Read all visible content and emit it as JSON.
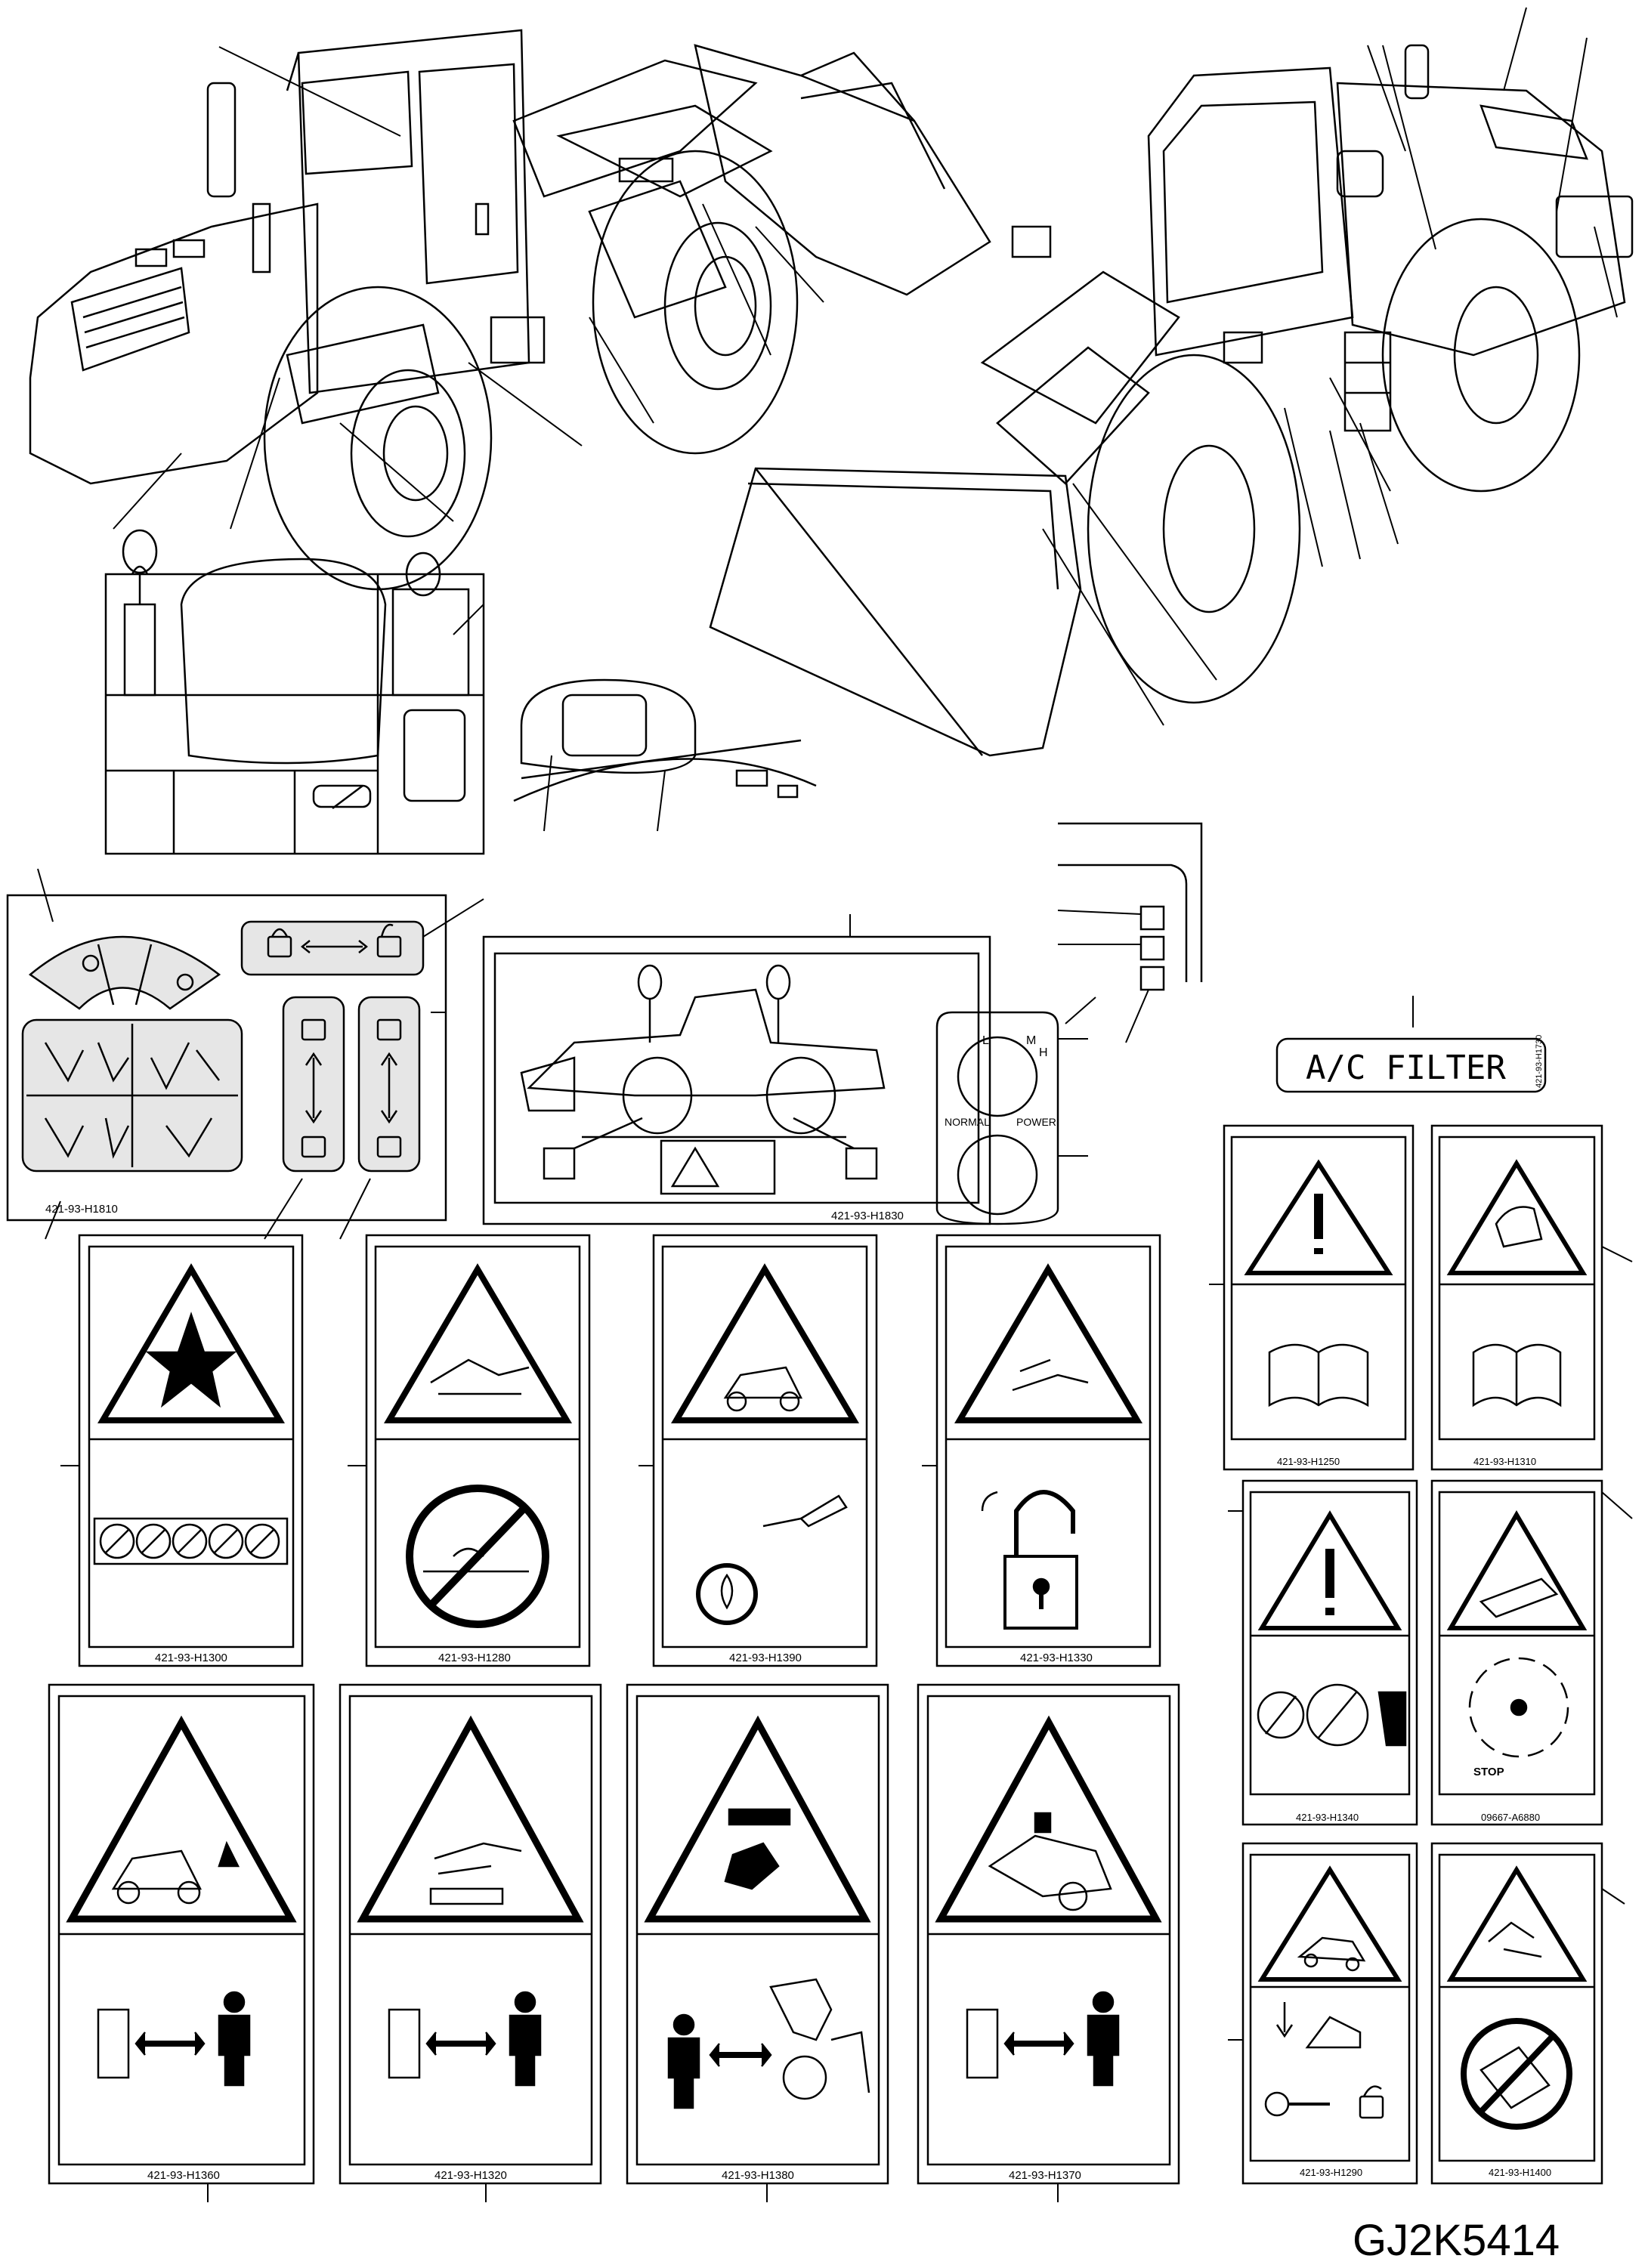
{
  "drawing_id": "GJ2K5414",
  "ac_filter_label": "A/C FILTER",
  "ac_filter_side_code": "421-93-H1730",
  "mode_switch": {
    "top_labels": [
      "L",
      "M",
      "H"
    ],
    "left_label": "NORMAL",
    "right_label": "POWER"
  },
  "stop_text": "STOP",
  "decals": {
    "h1810": "421-93-H1810",
    "h1830": "421-93-H1830",
    "h1250": "421-93-H1250",
    "h1310": "421-93-H1310",
    "h1300": "421-93-H1300",
    "h1280": "421-93-H1280",
    "h1390": "421-93-H1390",
    "h1330": "421-93-H1330",
    "h1340": "421-93-H1340",
    "a6880": "09667-A6880",
    "h1360": "421-93-H1360",
    "h1320": "421-93-H1320",
    "h1380": "421-93-H1380",
    "h1370": "421-93-H1370",
    "h1290": "421-93-H1290",
    "h1400": "421-93-H1400"
  },
  "icons": {
    "warning": "warning-triangle-icon",
    "lock": "padlock-icon",
    "book": "manual-book-icon",
    "person": "person-icon"
  }
}
